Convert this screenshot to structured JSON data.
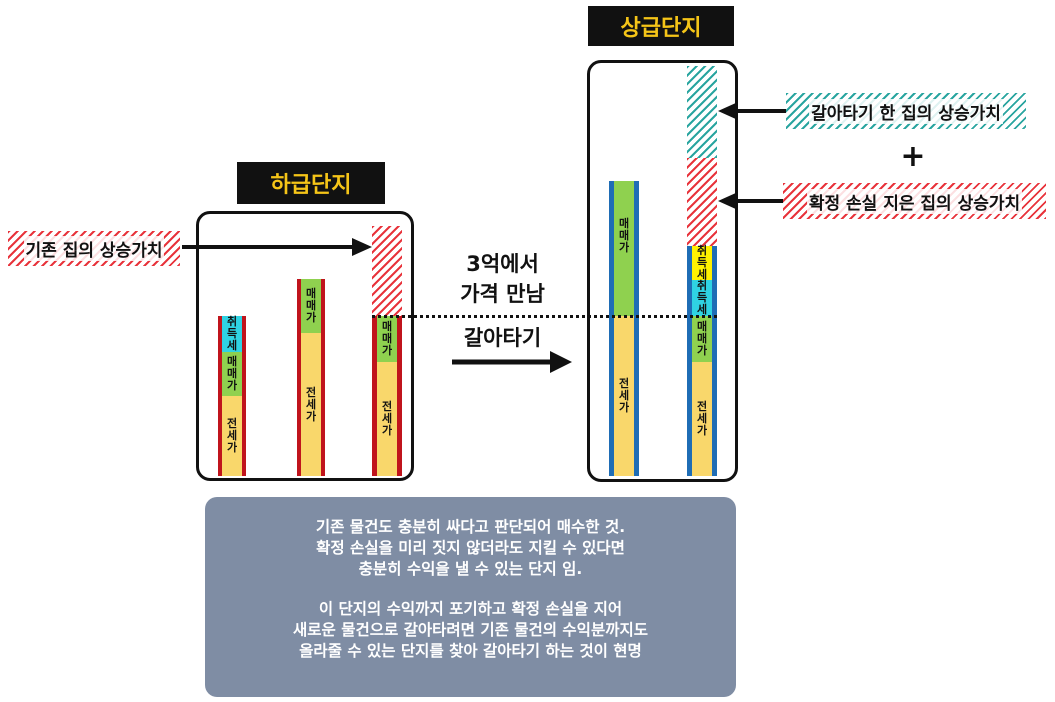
{
  "low_complex": {
    "title": "하급단지",
    "bars": [
      {
        "tax": "취득세",
        "trade": "매매가",
        "jeonse": "전세가"
      },
      {
        "trade": "매매가",
        "jeonse": "전세가"
      },
      {
        "trade": "매매가",
        "jeonse": "전세가"
      }
    ]
  },
  "high_complex": {
    "title": "상급단지",
    "bars": [
      {
        "trade": "매매가",
        "jeonse": "전세가"
      },
      {
        "tax1": "취득세",
        "tax2": "취득세",
        "trade": "매매가",
        "jeonse": "전세가"
      }
    ]
  },
  "labels": {
    "existing_gain": "기존 집의 상승가치",
    "new_gain": "갈아타기 한 집의 상승가치",
    "plus": "+",
    "loss_gain": "확정 손실 지은 집의 상승가치"
  },
  "middle": {
    "line1": "3억에서",
    "line2": "가격 만남",
    "action": "갈아타기"
  },
  "summary": {
    "p1_l1": "기존 물건도 충분히 싸다고 판단되어 매수한 것.",
    "p1_l2": "확정 손실을 미리 짓지 않더라도 지킬 수 있다면",
    "p1_l3": "충분히 수익을 낼 수 있는 단지 임.",
    "p2_l1": "이 단지의 수익까지 포기하고 확정 손실을 지어",
    "p2_l2": "새로운 물건으로 갈아타려면 기존 물건의 수익분까지도",
    "p2_l3": "올라줄 수 있는 단지를 찾아 갈아타기 하는 것이 현명"
  },
  "colors": {
    "jeonse": "#f9d76b",
    "trade": "#8fd14f",
    "tax_cyan": "#2fd3e3",
    "tax_yellow": "#fff200",
    "frame_red": "#c0141c",
    "frame_blue": "#1f6db5",
    "summary_bg": "#7f8da4"
  }
}
